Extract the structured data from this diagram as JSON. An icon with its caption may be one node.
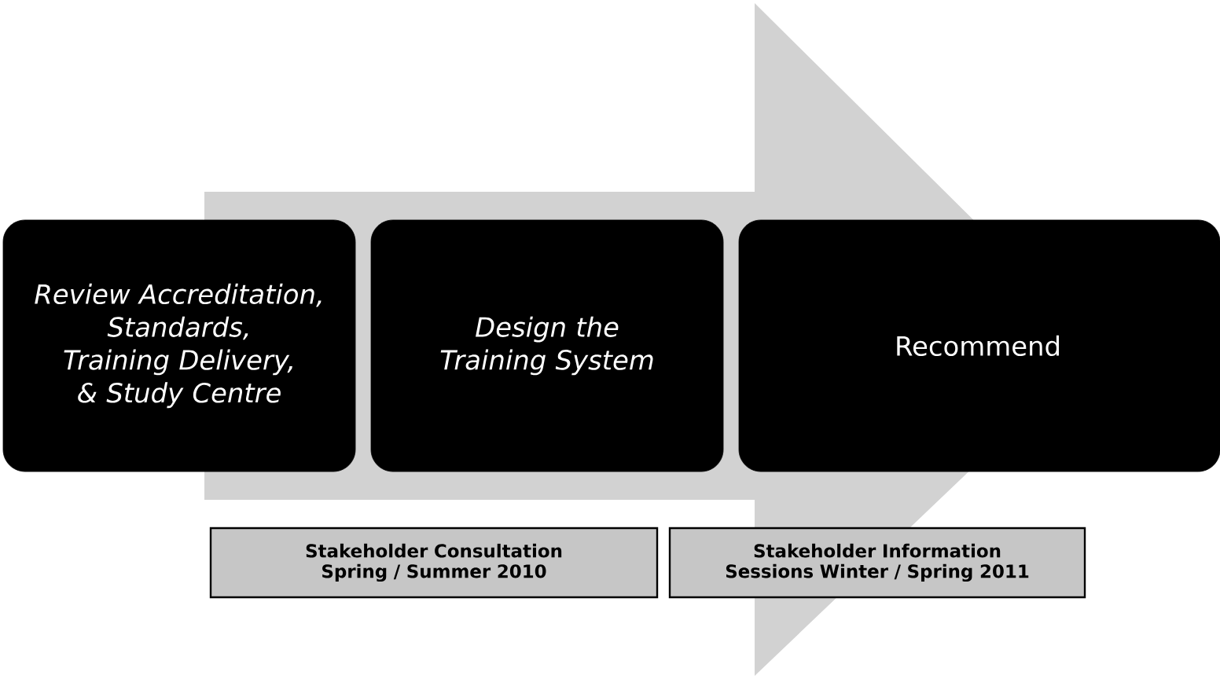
{
  "diagram": {
    "nodes": [
      {
        "text": [
          "Review Accreditation, Standards, Training Delivery, & Study Centre"
        ]
      },
      {
        "text": [
          "Design the Training System"
        ]
      },
      {
        "text": [
          "Recommend"
        ]
      },
      {
        "text": [
          "Stakeholder Consultation Spring / Summer 2010"
        ]
      },
      {
        "text": [
          "Stakeholder Information Sessions Winter / Spring 2011"
        ]
      }
    ],
    "edges": [
      {
        "from": 0,
        "to": 2,
        "arrow": "to"
      }
    ]
  }
}
